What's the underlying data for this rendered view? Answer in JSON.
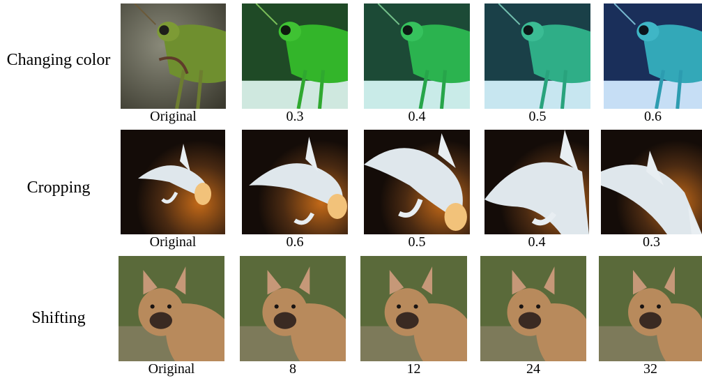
{
  "rows": [
    {
      "label": "Changing color",
      "images": [
        {
          "caption": "Original",
          "subject": "grasshopper",
          "tint": "#6f8f2f"
        },
        {
          "caption": "0.3",
          "subject": "grasshopper",
          "tint": "#33b52a"
        },
        {
          "caption": "0.4",
          "subject": "grasshopper",
          "tint": "#2bb34f"
        },
        {
          "caption": "0.5",
          "subject": "grasshopper",
          "tint": "#2fae87"
        },
        {
          "caption": "0.6",
          "subject": "grasshopper",
          "tint": "#33a8b8"
        }
      ]
    },
    {
      "label": "Cropping",
      "images": [
        {
          "caption": "Original",
          "subject": "koi fish",
          "tint": "#e8eef2"
        },
        {
          "caption": "0.6",
          "subject": "koi fish",
          "tint": "#e8eef2"
        },
        {
          "caption": "0.5",
          "subject": "koi fish",
          "tint": "#e8eef2"
        },
        {
          "caption": "0.4",
          "subject": "koi fish",
          "tint": "#e8eef2"
        },
        {
          "caption": "0.3",
          "subject": "koi fish",
          "tint": "#e8eef2"
        }
      ]
    },
    {
      "label": "Shifting",
      "images": [
        {
          "caption": "Original",
          "subject": "french bulldog",
          "tint": "#b88a5c"
        },
        {
          "caption": "8",
          "subject": "french bulldog",
          "tint": "#b88a5c"
        },
        {
          "caption": "12",
          "subject": "french bulldog",
          "tint": "#b88a5c"
        },
        {
          "caption": "24",
          "subject": "french bulldog",
          "tint": "#b88a5c"
        },
        {
          "caption": "32",
          "subject": "french bulldog",
          "tint": "#b88a5c"
        }
      ]
    }
  ]
}
